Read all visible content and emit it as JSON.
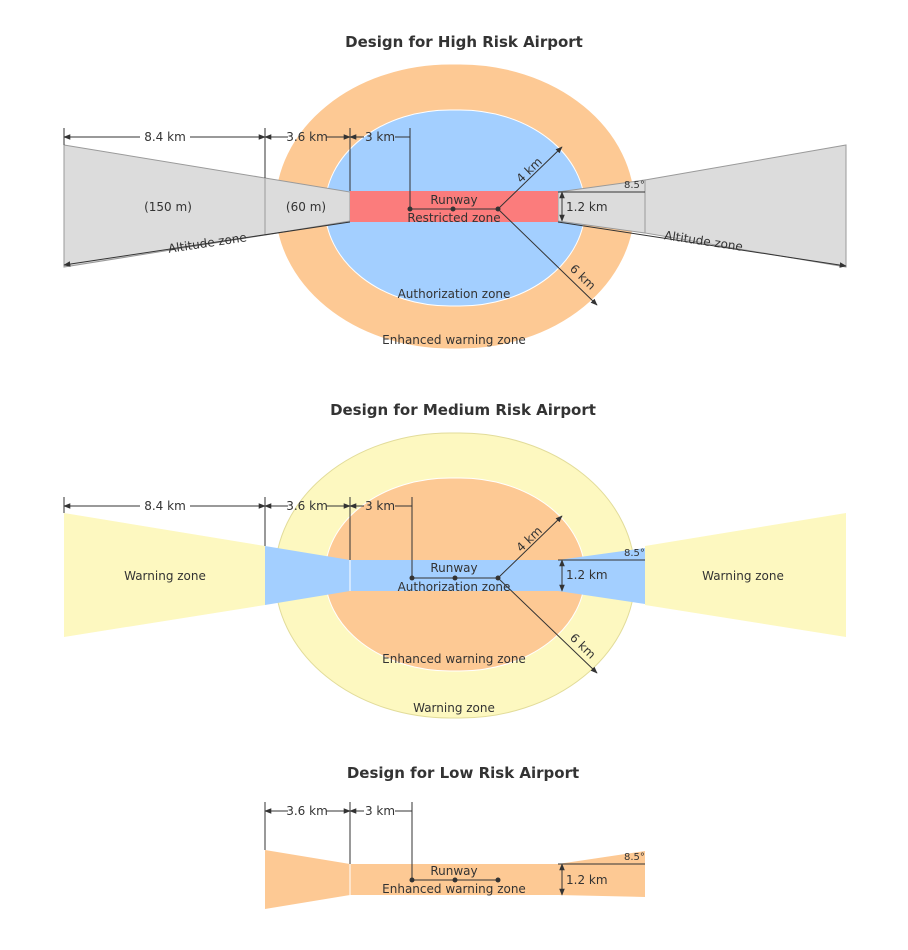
{
  "colors": {
    "gray": "#dcdcdc",
    "blue": "#a3cfff",
    "orange": "#fdc994",
    "red": "#fb7c7c",
    "yellow": "#fdf8c0",
    "line": "#333333"
  },
  "high": {
    "title": "Design for High Risk Airport",
    "dims": {
      "d84": "8.4 km",
      "d36": "3.6 km",
      "d3": "3 km",
      "d4": "4 km",
      "d6": "6 km",
      "d12": "1.2 km",
      "angle": "8.5°"
    },
    "labels": {
      "runway": "Runway",
      "restricted": "Restricted zone",
      "authorization": "Authorization zone",
      "enhanced": "Enhanced warning zone",
      "alt_left": "Altitude zone",
      "alt_right": "Altitude zone",
      "h150": "(150 m)",
      "h60": "(60 m)"
    }
  },
  "medium": {
    "title": "Design for Medium Risk Airport",
    "dims": {
      "d84": "8.4 km",
      "d36": "3.6 km",
      "d3": "3 km",
      "d4": "4 km",
      "d6": "6 km",
      "d12": "1.2 km",
      "angle": "8.5°"
    },
    "labels": {
      "runway": "Runway",
      "authorization": "Authorization zone",
      "enhanced": "Enhanced warning zone",
      "warning_outer": "Warning zone",
      "warning_left": "Warning zone",
      "warning_right": "Warning zone"
    }
  },
  "low": {
    "title": "Design for Low Risk Airport",
    "dims": {
      "d36": "3.6 km",
      "d3": "3 km",
      "d12": "1.2 km",
      "angle": "8.5°"
    },
    "labels": {
      "runway": "Runway",
      "enhanced": "Enhanced warning zone"
    }
  }
}
